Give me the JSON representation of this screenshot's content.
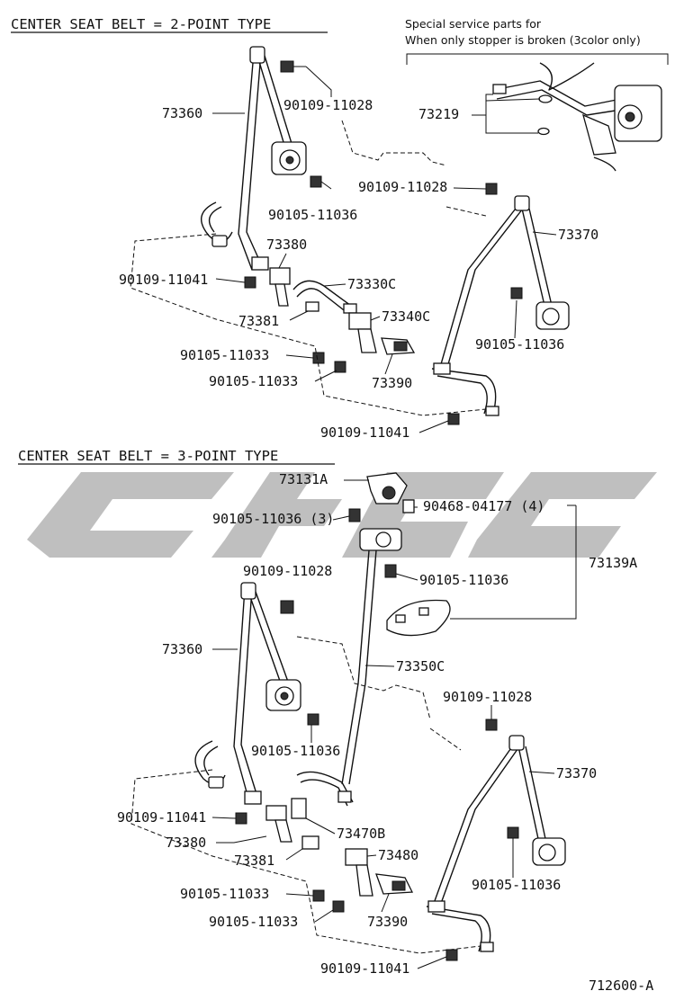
{
  "diagram": {
    "code": "712600-A",
    "sections": [
      {
        "title": "CENTER SEAT BELT = 2-POINT TYPE",
        "callouts": {
          "bolt_top_left": "90109-11028",
          "outer_belt_left": "73360",
          "retractor_bolt_left": "90105-11036",
          "buckle_left": "73380",
          "anchor_bolt_left": "90109-11041",
          "center_belt": "73330C",
          "buckle_cover_left": "73381",
          "center_buckle": "73340C",
          "bolt_center_a": "90105-11033",
          "bolt_center_b": "90105-11033",
          "center_buckle_cover": "73390",
          "anchor_bolt_bottom": "90109-11041",
          "bolt_top_right": "90109-11028",
          "outer_belt_right": "73370",
          "retractor_bolt_right": "90105-11036"
        },
        "special_parts": {
          "note_line1": "Special service parts for",
          "note_line2": "When only stopper is broken (3color only)",
          "part": "73219"
        }
      },
      {
        "title": "CENTER SEAT BELT = 3-POINT TYPE",
        "callouts": {
          "roof_bracket": "73131A",
          "bracket_bolts": "90105-11036 (3)",
          "clips": "90468-04177 (4)",
          "cover_set": "73139A",
          "retractor_bolt_roof": "90105-11036",
          "bolt_top_left": "90109-11028",
          "outer_belt_left": "73360",
          "center_belt": "73350C",
          "bolt_top_right": "90109-11028",
          "retractor_bolt_left": "90105-11036",
          "outer_belt_right": "73370",
          "anchor_bolt_left": "90109-11041",
          "center_buckle": "73470B",
          "buckle_left": "73380",
          "center_buckle_part": "73480",
          "buckle_cover_left": "73381",
          "retractor_bolt_right": "90105-11036",
          "bolt_center_a": "90105-11033",
          "bolt_center_b": "90105-11033",
          "center_buckle_cover": "73390",
          "anchor_bolt_bottom": "90109-11041"
        }
      }
    ]
  }
}
